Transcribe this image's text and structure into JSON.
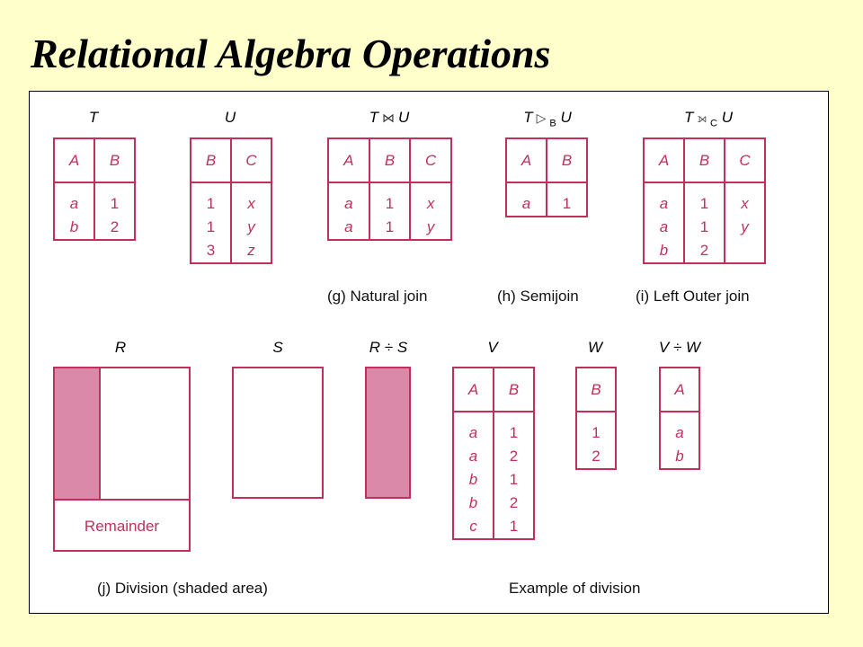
{
  "title": "Relational Algebra Operations",
  "labels": {
    "T": "T",
    "U": "U",
    "join_left": "T",
    "join_sym": "⋈",
    "join_right": "U",
    "semi_left": "T",
    "semi_sym": "▷",
    "semi_sub": "B",
    "semi_right": "U",
    "outer_left": "T",
    "outer_sym": "⟕",
    "outer_sub": "C",
    "outer_right": "U",
    "R": "R",
    "S": "S",
    "RdivS": "R ÷ S",
    "V": "V",
    "W": "W",
    "VdivW": "V ÷ W"
  },
  "tables": {
    "T": {
      "headers": [
        "A",
        "B"
      ],
      "cols": [
        [
          "a",
          "b"
        ],
        [
          "1",
          "2"
        ]
      ]
    },
    "U": {
      "headers": [
        "B",
        "C"
      ],
      "cols": [
        [
          "1",
          "1",
          "3"
        ],
        [
          "x",
          "y",
          "z"
        ]
      ]
    },
    "join": {
      "headers": [
        "A",
        "B",
        "C"
      ],
      "cols": [
        [
          "a",
          "a"
        ],
        [
          "1",
          "1"
        ],
        [
          "x",
          "y"
        ]
      ]
    },
    "semi": {
      "headers": [
        "A",
        "B"
      ],
      "cols": [
        [
          "a"
        ],
        [
          "1"
        ]
      ]
    },
    "outer": {
      "headers": [
        "A",
        "B",
        "C"
      ],
      "cols": [
        [
          "a",
          "a",
          "b"
        ],
        [
          "1",
          "1",
          "2"
        ],
        [
          "x",
          "y",
          ""
        ]
      ]
    },
    "V": {
      "headers": [
        "A",
        "B"
      ],
      "cols": [
        [
          "a",
          "a",
          "b",
          "b",
          "c"
        ],
        [
          "1",
          "2",
          "1",
          "2",
          "1"
        ]
      ]
    },
    "W": {
      "headers": [
        "B"
      ],
      "cols": [
        [
          "1",
          "2"
        ]
      ]
    },
    "VdivW": {
      "headers": [
        "A"
      ],
      "cols": [
        [
          "a",
          "b"
        ]
      ]
    }
  },
  "captions": {
    "natural_join": "(g) Natural join",
    "semijoin": "(h) Semijoin",
    "left_outer_join": "(i) Left Outer join",
    "division": "(j) Division (shaded area)",
    "example_division": "Example of division"
  },
  "remainder": "Remainder",
  "colors": {
    "background": "#ffffcc",
    "accent": "#c0305a",
    "shade": "#db89a8"
  }
}
